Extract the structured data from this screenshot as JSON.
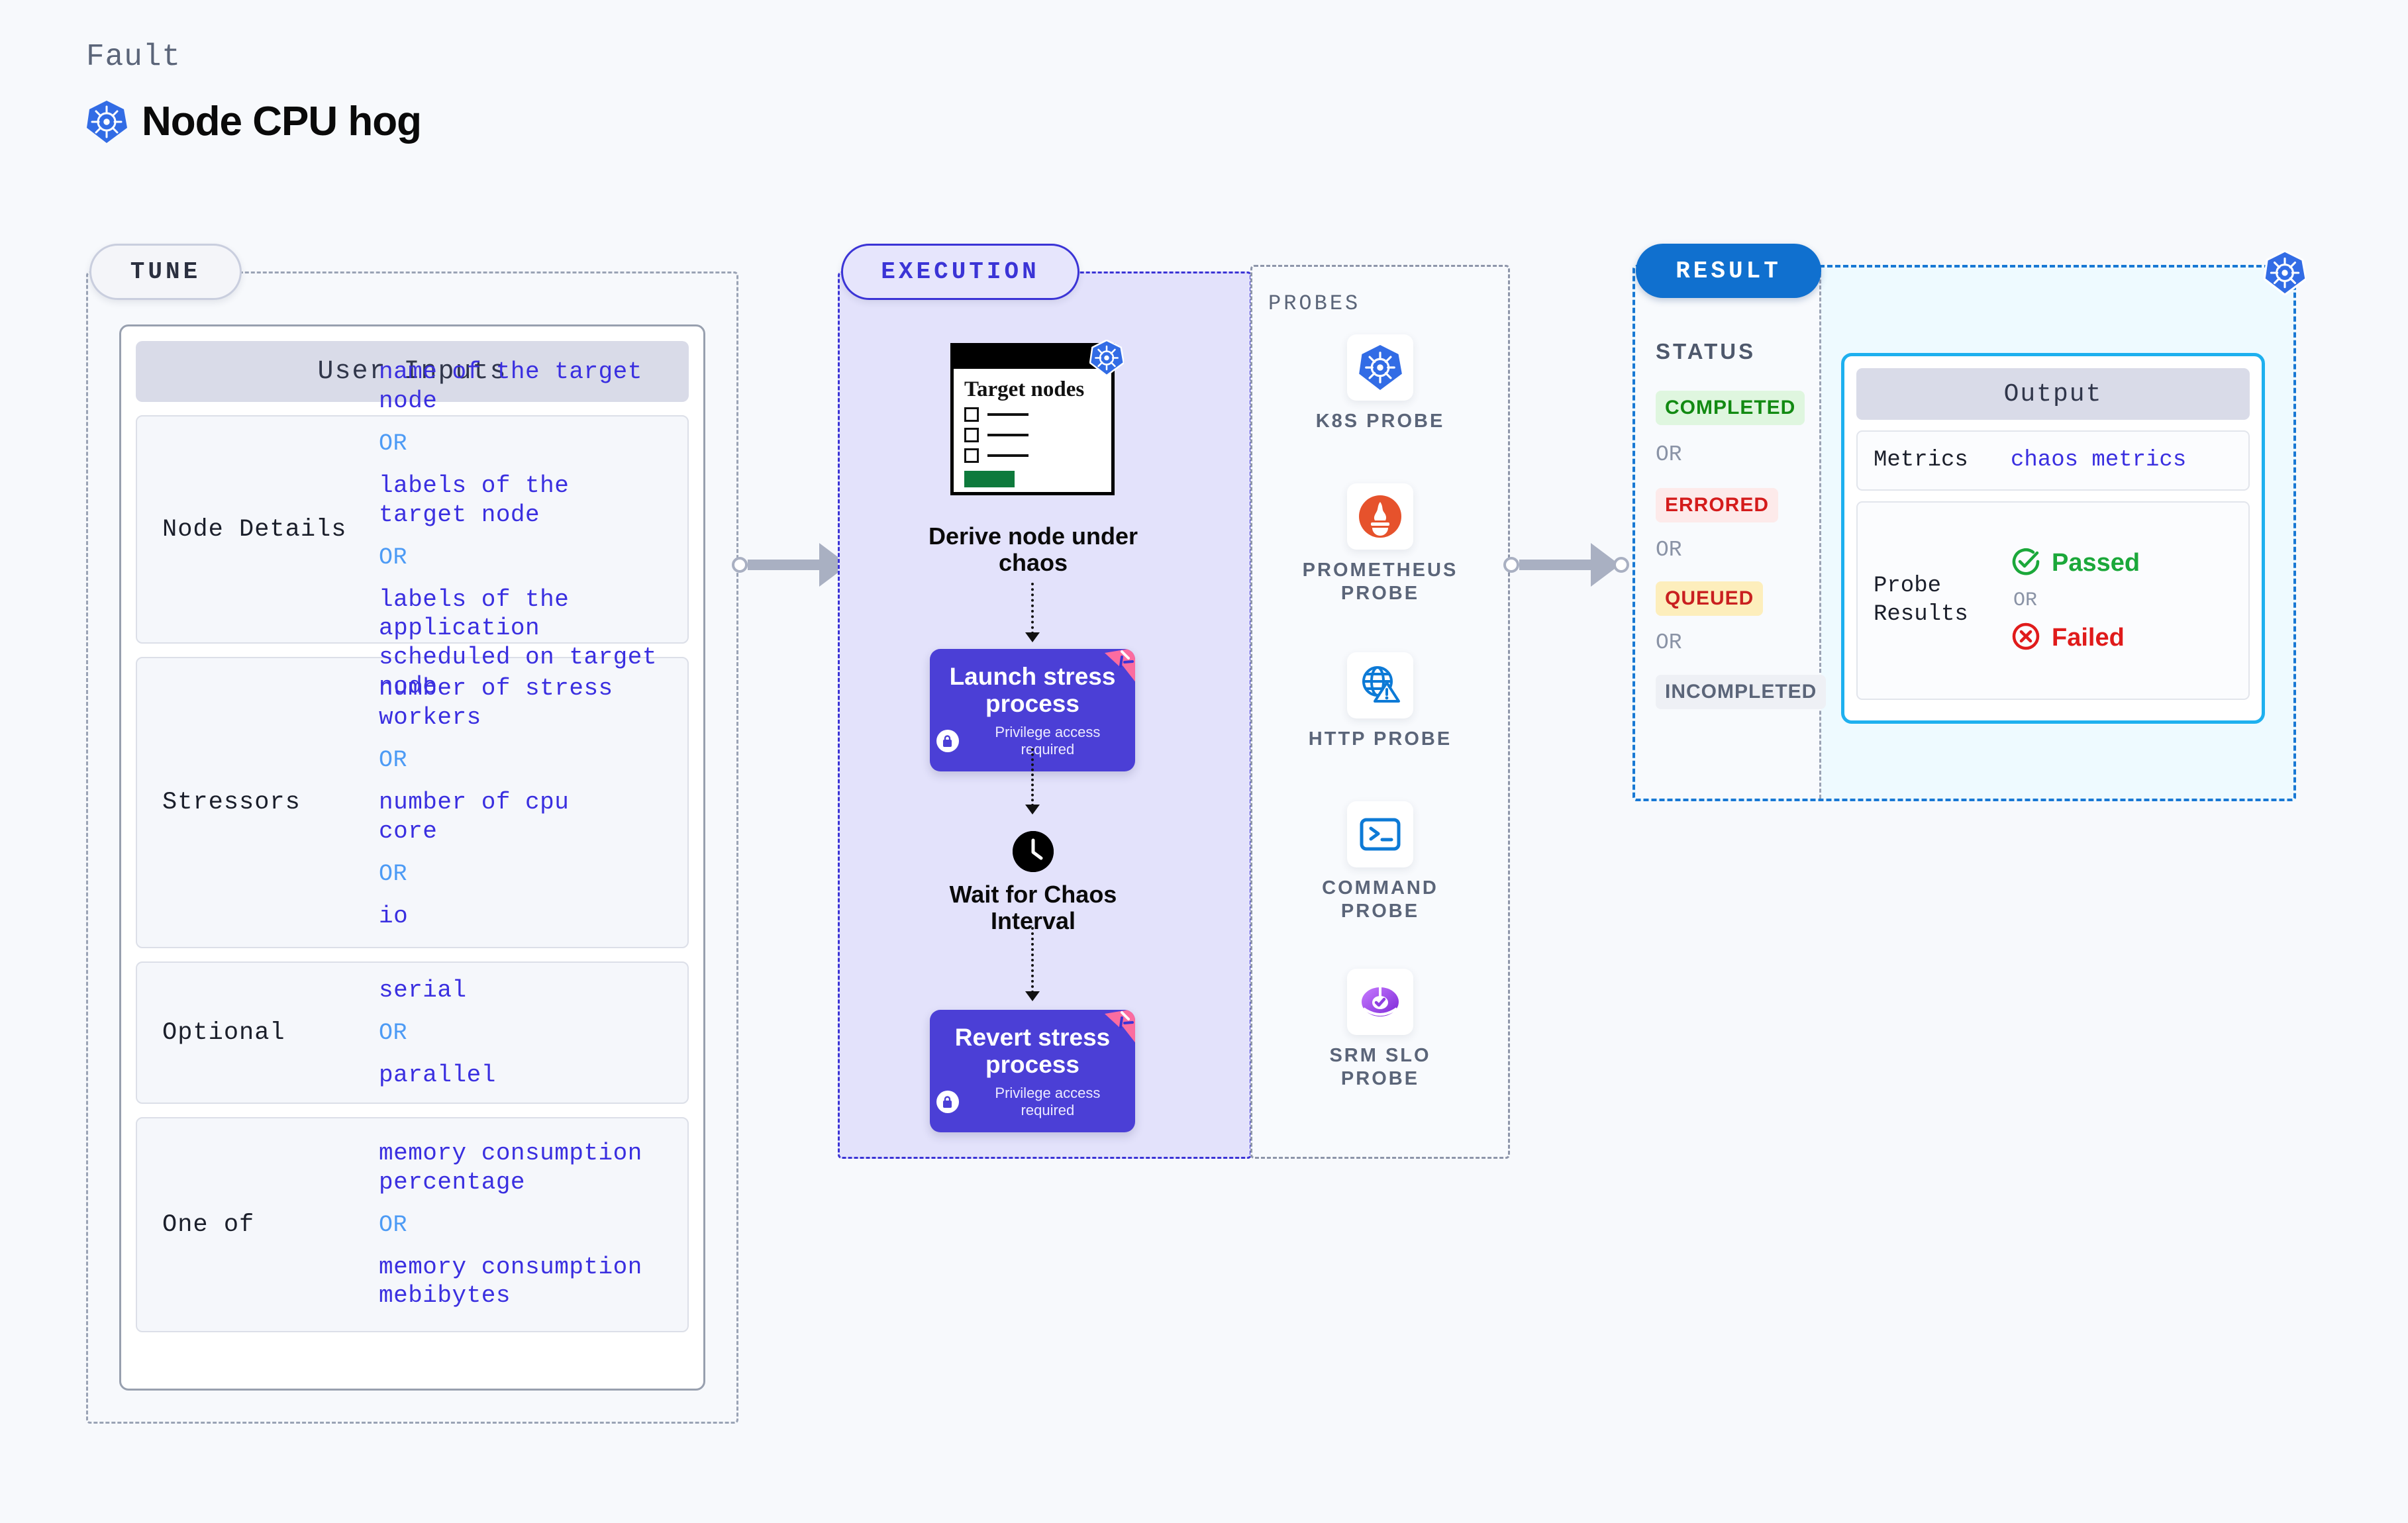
{
  "header": {
    "fault_label": "Fault",
    "title": "Node CPU hog",
    "icon": "kubernetes-icon"
  },
  "tune": {
    "pill_label": "TUNE",
    "card_title": "User Inputs",
    "rows": [
      {
        "key": "Node Details",
        "values": [
          "name of the target\nnode",
          "labels of the\ntarget node",
          "labels of the application\n scheduled on target node"
        ],
        "separator": "OR"
      },
      {
        "key": "Stressors",
        "values": [
          "number of stress\nworkers",
          "number of cpu\ncore",
          "io"
        ],
        "separator": "OR"
      },
      {
        "key": "Optional",
        "values": [
          "serial",
          "parallel"
        ],
        "separator": "OR"
      },
      {
        "key": "One of",
        "values": [
          "memory consumption\npercentage",
          "memory consumption\nmebibytes"
        ],
        "separator": "OR"
      }
    ]
  },
  "execution": {
    "pill_label": "EXECUTION",
    "target_card": {
      "title": "Target\nnodes",
      "icon": "kubernetes-icon"
    },
    "steps": [
      {
        "caption": "Derive node under\nchaos"
      },
      {
        "title": "Launch stress\nprocess",
        "sub": "Privilege access required",
        "badge": "chaos-ribbon-icon",
        "lock": "lock-icon"
      },
      {
        "caption": "Wait for Chaos\nInterval",
        "icon": "clock-icon"
      },
      {
        "title": "Revert stress\nprocess",
        "sub": "Privilege access required",
        "badge": "chaos-ribbon-icon",
        "lock": "lock-icon"
      }
    ]
  },
  "probes": {
    "label": "PROBES",
    "items": [
      {
        "name": "K8S PROBE",
        "icon": "kubernetes-icon"
      },
      {
        "name": "PROMETHEUS\nPROBE",
        "icon": "prometheus-icon"
      },
      {
        "name": "HTTP PROBE",
        "icon": "globe-warning-icon"
      },
      {
        "name": "COMMAND\nPROBE",
        "icon": "terminal-icon"
      },
      {
        "name": "SRM SLO\nPROBE",
        "icon": "slo-donut-icon"
      }
    ]
  },
  "result": {
    "pill_label": "RESULT",
    "status_label": "STATUS",
    "separator": "OR",
    "statuses": [
      {
        "label": "COMPLETED",
        "bg": "#dff6df",
        "fg": "#128a12"
      },
      {
        "label": "ERRORED",
        "bg": "#fdeaea",
        "fg": "#d41b1b"
      },
      {
        "label": "QUEUED",
        "bg": "#fdeebc",
        "fg": "#c92020"
      },
      {
        "label": "INCOMPLETED",
        "bg": "#eef0f5",
        "fg": "#5b6579"
      }
    ],
    "badge_icon": "kubernetes-icon",
    "output": {
      "title": "Output",
      "metrics_key": "Metrics",
      "metrics_value": "chaos metrics",
      "probe_results_key": "Probe\nResults",
      "passed_label": "Passed",
      "failed_label": "Failed",
      "separator": "OR",
      "passed_icon": "check-circle-icon",
      "failed_icon": "x-circle-icon"
    }
  },
  "colors": {
    "indigo": "#3a2fe0",
    "light_blue": "#4d9bf5",
    "result_blue": "#1070cf",
    "cyan": "#1eb0ef",
    "purple_node": "#4b3fd6",
    "pink": "#fb6ca0"
  }
}
